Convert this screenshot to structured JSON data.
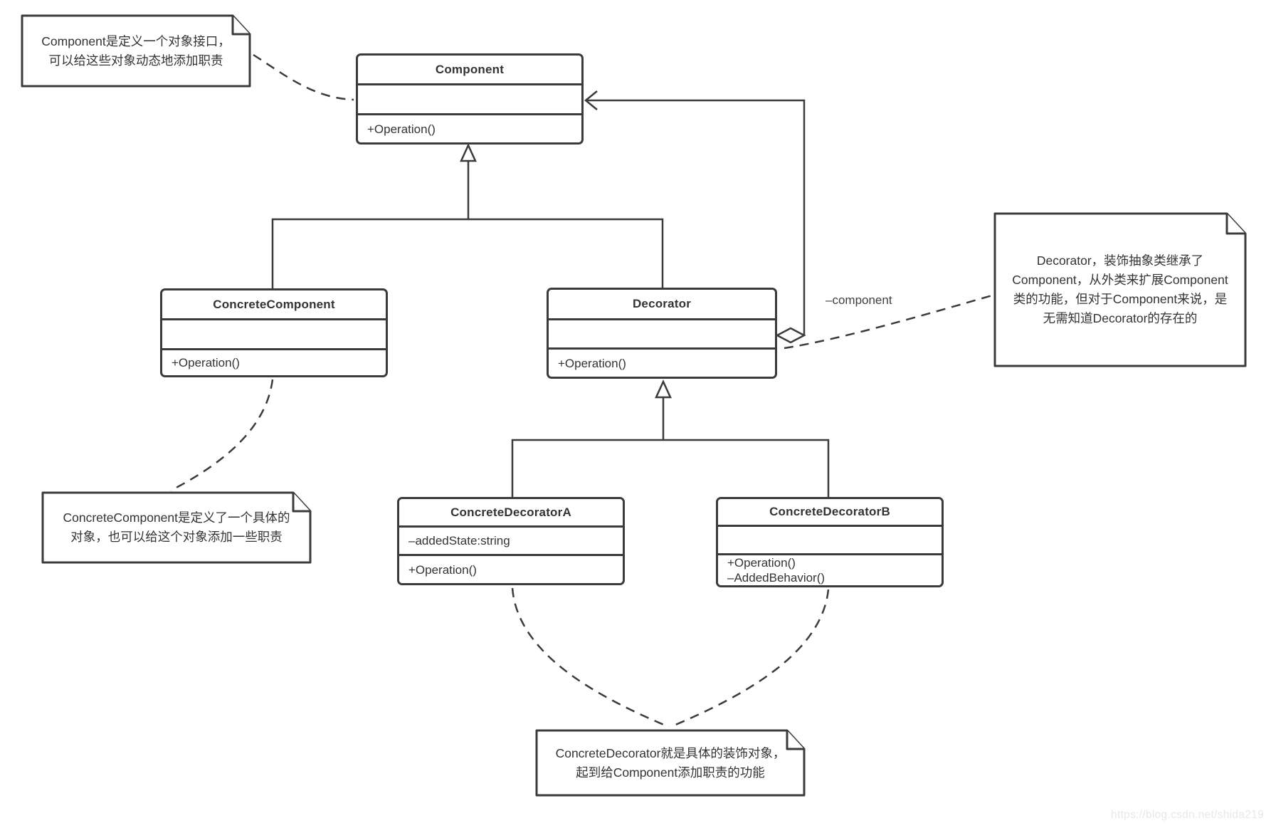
{
  "classes": {
    "component": {
      "name": "Component",
      "attributes": [],
      "methods": [
        "+Operation()"
      ]
    },
    "concrete_component": {
      "name": "ConcreteComponent",
      "attributes": [],
      "methods": [
        "+Operation()"
      ]
    },
    "decorator": {
      "name": "Decorator",
      "attributes": [],
      "methods": [
        "+Operation()"
      ]
    },
    "concrete_decorator_a": {
      "name": "ConcreteDecoratorA",
      "attributes": [
        "–addedState:string"
      ],
      "methods": [
        "+Operation()"
      ]
    },
    "concrete_decorator_b": {
      "name": "ConcreteDecoratorB",
      "attributes": [],
      "methods": [
        "+Operation()",
        "–AddedBehavior()"
      ]
    }
  },
  "notes": {
    "component_note": {
      "lines": [
        "Component是定义一个对象接口，",
        "可以给这些对象动态地添加职责"
      ]
    },
    "decorator_note": {
      "lines": [
        "Decorator，装饰抽象类继承了",
        "Component，从外类来扩展Component",
        "类的功能，但对于Component来说，是",
        "无需知道Decorator的存在的"
      ]
    },
    "concrete_component_note": {
      "lines": [
        "ConcreteComponent是定义了一个具体的",
        "对象，也可以给这个对象添加一些职责"
      ]
    },
    "concrete_decorator_note": {
      "lines": [
        "ConcreteDecorator就是具体的装饰对象，",
        "起到给Component添加职责的功能"
      ]
    }
  },
  "labels": {
    "association_role": "–component"
  },
  "relationships": [
    {
      "type": "generalization",
      "from": "ConcreteComponent",
      "to": "Component"
    },
    {
      "type": "generalization",
      "from": "Decorator",
      "to": "Component"
    },
    {
      "type": "generalization",
      "from": "ConcreteDecoratorA",
      "to": "Decorator"
    },
    {
      "type": "generalization",
      "from": "ConcreteDecoratorB",
      "to": "Decorator"
    },
    {
      "type": "aggregation",
      "from": "Decorator",
      "to": "Component",
      "label": "–component"
    }
  ],
  "watermark": {
    "text": "https://blog.csdn.net/shida219"
  },
  "colors": {
    "line": "#3b3b3b",
    "text": "#333333",
    "background": "#ffffff",
    "watermark": "#e8e8e8"
  }
}
